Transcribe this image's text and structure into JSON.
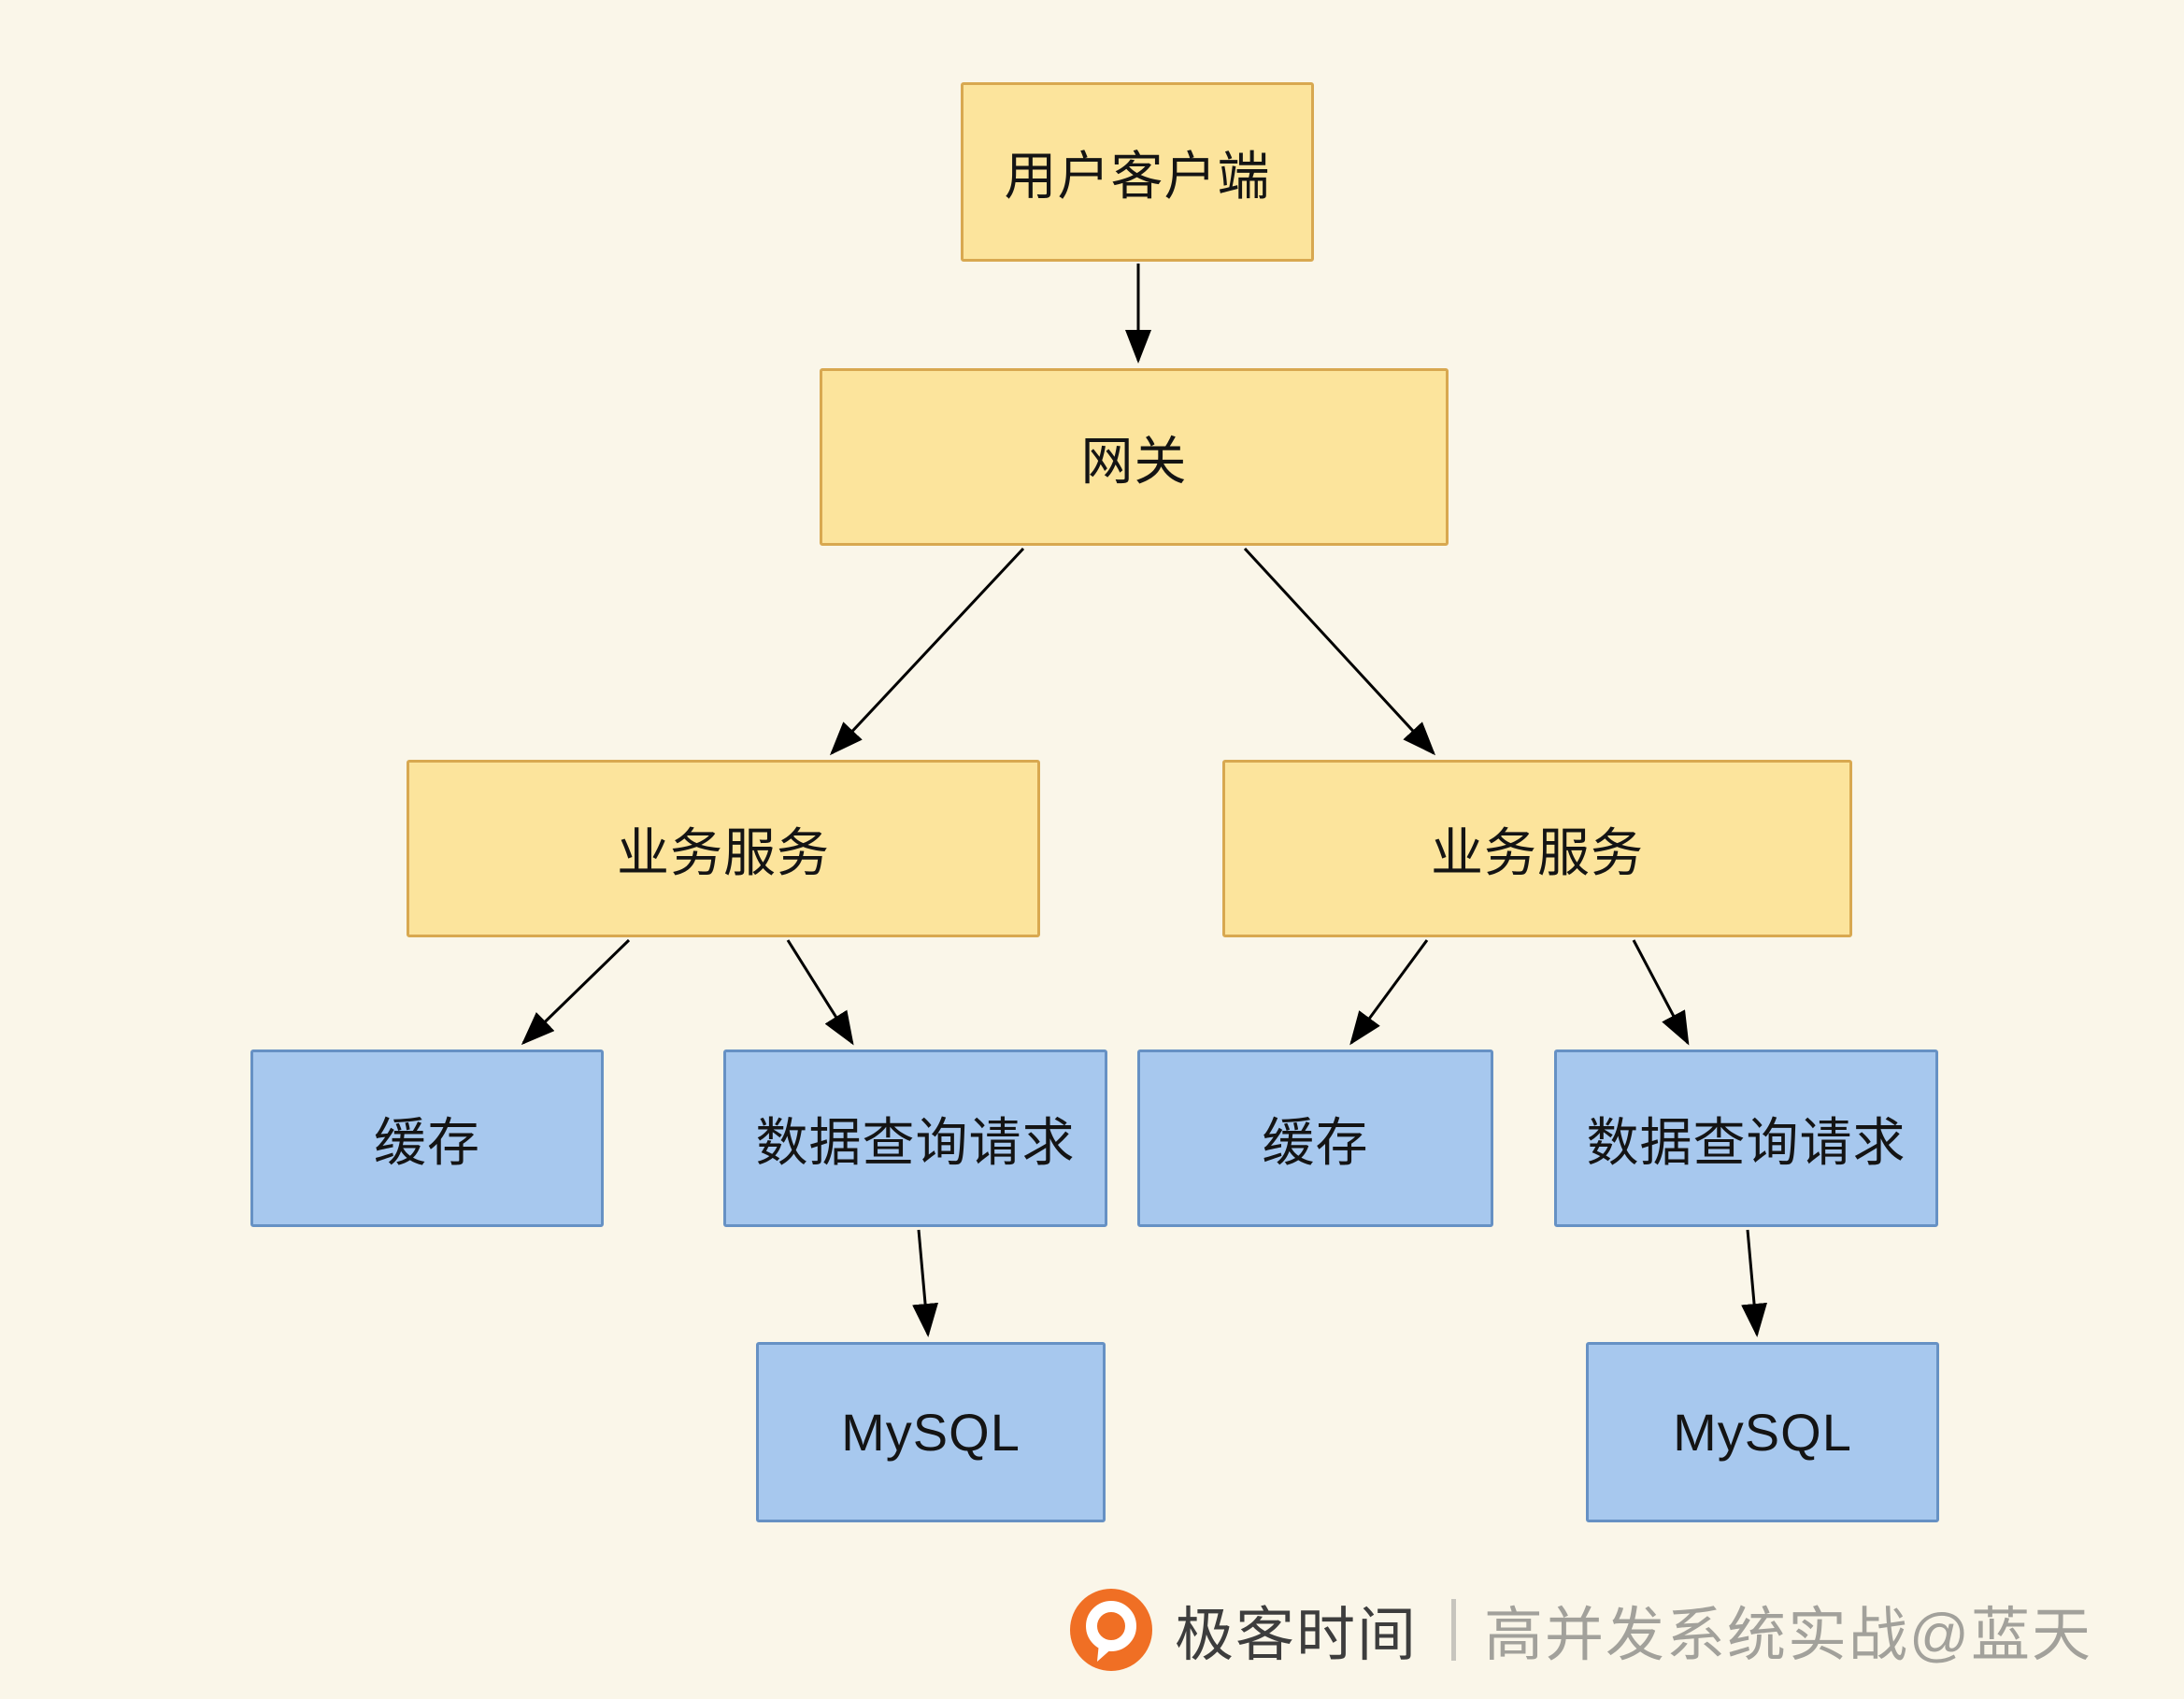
{
  "diagram": {
    "nodes": {
      "client": {
        "label": "用户客户端",
        "type": "yellow"
      },
      "gateway": {
        "label": "网关",
        "type": "yellow"
      },
      "service_left": {
        "label": "业务服务",
        "type": "yellow"
      },
      "service_right": {
        "label": "业务服务",
        "type": "yellow"
      },
      "cache_left": {
        "label": "缓存",
        "type": "blue"
      },
      "query_left": {
        "label": "数据查询请求",
        "type": "blue"
      },
      "cache_right": {
        "label": "缓存",
        "type": "blue"
      },
      "query_right": {
        "label": "数据查询请求",
        "type": "blue"
      },
      "mysql_left": {
        "label": "MySQL",
        "type": "blue"
      },
      "mysql_right": {
        "label": "MySQL",
        "type": "blue"
      }
    },
    "edges": [
      {
        "from": "client",
        "to": "gateway"
      },
      {
        "from": "gateway",
        "to": "service_left"
      },
      {
        "from": "gateway",
        "to": "service_right"
      },
      {
        "from": "service_left",
        "to": "cache_left"
      },
      {
        "from": "service_left",
        "to": "query_left"
      },
      {
        "from": "service_right",
        "to": "cache_right"
      },
      {
        "from": "service_right",
        "to": "query_right"
      },
      {
        "from": "query_left",
        "to": "mysql_left"
      },
      {
        "from": "query_right",
        "to": "mysql_right"
      }
    ],
    "colors": {
      "background": "#FAF6E9",
      "yellow_fill": "#FCE49C",
      "yellow_border": "#D8A850",
      "blue_fill": "#A7C8EE",
      "blue_border": "#6691C4",
      "arrow": "#000000"
    }
  },
  "footer": {
    "brand": "极客时间",
    "credit": "高并发系统实战@蓝天",
    "logo_color": "#F06F24"
  }
}
